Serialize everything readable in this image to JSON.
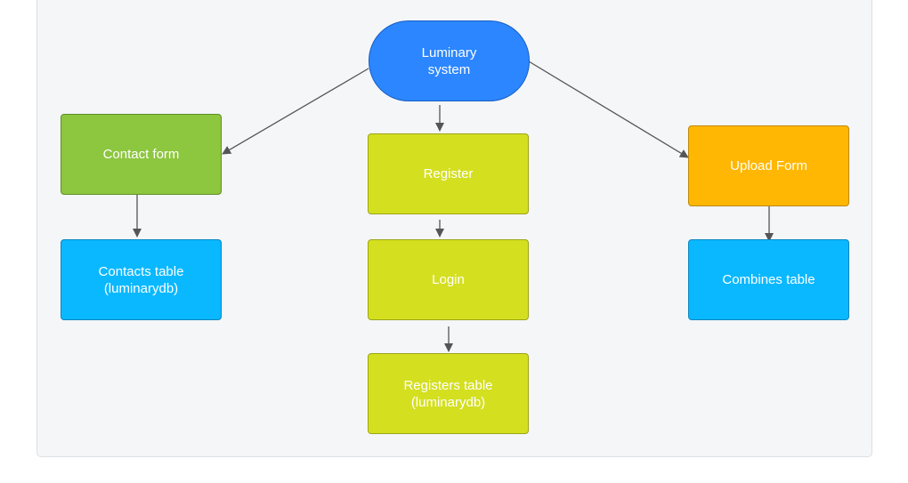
{
  "diagram": {
    "nodes": {
      "root": {
        "label": "Luminary\nsystem",
        "color": "#2b86ff",
        "border": "#1b5fc4"
      },
      "contact_form": {
        "label": "Contact form",
        "color": "#8dc63f",
        "border": "#5f8f27"
      },
      "contacts_table": {
        "label": "Contacts table\n(luminarydb)",
        "color": "#0ab8ff",
        "border": "#0a86bf"
      },
      "register": {
        "label": "Register",
        "color": "#d4df20",
        "border": "#9ca516"
      },
      "login": {
        "label": "Login",
        "color": "#d4df20",
        "border": "#9ca516"
      },
      "registers_table": {
        "label": "Registers table\n(luminarydb)",
        "color": "#d4df20",
        "border": "#9ca516"
      },
      "upload_form": {
        "label": "Upload Form",
        "color": "#ffb703",
        "border": "#c08703"
      },
      "combines_table": {
        "label": "Combines table",
        "color": "#0ab8ff",
        "border": "#0a86bf"
      }
    },
    "edges": [
      {
        "from": "root",
        "to": "contact_form"
      },
      {
        "from": "root",
        "to": "register"
      },
      {
        "from": "root",
        "to": "upload_form"
      },
      {
        "from": "contact_form",
        "to": "contacts_table"
      },
      {
        "from": "register",
        "to": "login"
      },
      {
        "from": "login",
        "to": "registers_table"
      },
      {
        "from": "upload_form",
        "to": "combines_table"
      }
    ],
    "edge_color": "#555555"
  }
}
